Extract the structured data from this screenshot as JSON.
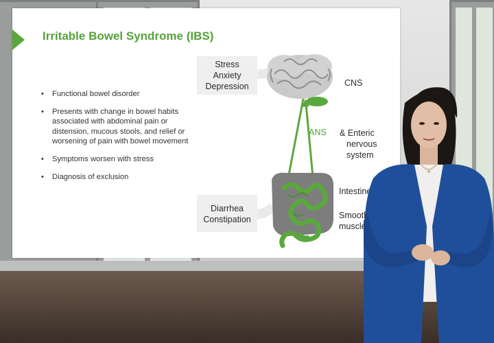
{
  "slide": {
    "title": "Irritable Bowel Syndrome (IBS)",
    "bullets": [
      "Functional bowel disorder",
      "Presents with change in bowel habits associated with abdominal pain or distension, mucous stools, and relief or worsening of pain with bowel movement",
      "Symptoms worsen with stress",
      "Diagnosis of exclusion"
    ],
    "diagram": {
      "stress_line1": "Stress",
      "stress_line2": "Anxiety",
      "stress_line3": "Depression",
      "cns": "CNS",
      "ans": "ANS",
      "enteric_line1": "& Enteric",
      "enteric_line2": "nervous",
      "enteric_line3": "system",
      "intestine": "Intestine",
      "smooth_line1": "Smooth",
      "smooth_line2": "muscle",
      "diarrhea_line1": "Diarrhea",
      "diarrhea_line2": "Constipation"
    }
  },
  "colors": {
    "accent_green": "#5aa83d",
    "brain_gray": "#c9c9c9",
    "gut_gray": "#7d7d7d",
    "presenter_jacket": "#1f4f9a"
  },
  "icons": [
    "brain-icon",
    "intestine-icon",
    "arrow-down-icon",
    "arrow-up-icon"
  ]
}
